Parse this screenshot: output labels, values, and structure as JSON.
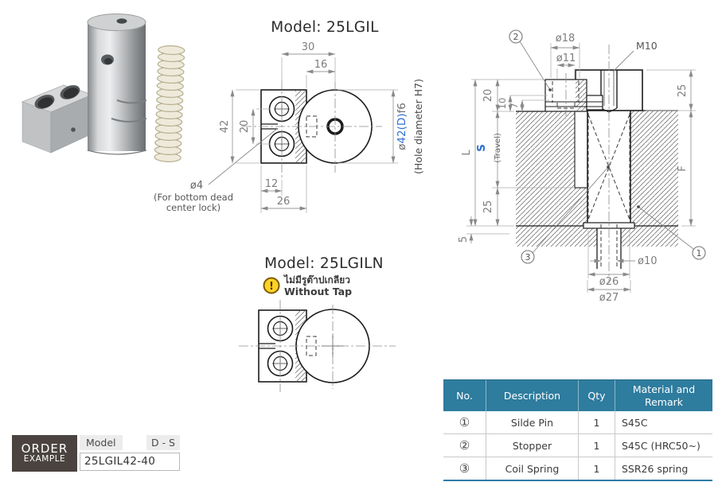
{
  "drawing1": {
    "title": "Model: 25LGIL",
    "dim_30": "30",
    "dim_16": "16",
    "dim_42": "42",
    "dim_20": "20",
    "dim_12": "12",
    "dim_26": "26",
    "phi4_label": "ø4",
    "phi4_note_line1": "(For bottom dead",
    "phi4_note_line2": "center lock)",
    "phi42_prefix": "ø",
    "phi42_value": "42(D)",
    "phi42_suffix": "f6",
    "hole_note": "(Hole diameter H7)"
  },
  "drawing2": {
    "title": "Model: 25LGILN",
    "warning_mark": "!",
    "note_thai": "ไม่มีรูต๊าปเกลียว",
    "note_en": "Without Tap"
  },
  "drawing3": {
    "balloon_1": "1",
    "balloon_2": "2",
    "balloon_3": "3",
    "dim_phi18": "ø18",
    "dim_phi11": "ø11",
    "label_m10": "M10",
    "dim_20": "20",
    "dim_10": "10",
    "dim_7": "7",
    "label_L": "L",
    "label_S": "S",
    "label_travel": "(Travel)",
    "dim_25_left": "25",
    "dim_5": "5",
    "dim_25_right": "25",
    "label_F": "F",
    "dim_phi10": "ø10",
    "dim_phi26": "ø26",
    "dim_phi27": "ø27"
  },
  "table": {
    "headers": {
      "no": "No.",
      "description": "Description",
      "qty": "Qty",
      "material": "Material and Remark"
    },
    "rows": [
      {
        "no": "①",
        "description": "Silde Pin",
        "qty": "1",
        "material": "S45C"
      },
      {
        "no": "②",
        "description": "Stopper",
        "qty": "1",
        "material": "S45C (HRC50~)"
      },
      {
        "no": "③",
        "description": "Coil Spring",
        "qty": "1",
        "material": "SSR26 spring"
      }
    ]
  },
  "order": {
    "badge_line1": "ORDER",
    "badge_line2": "EXAMPLE",
    "model_label": "Model",
    "dims_label": "D - S",
    "example_code": "25LGIL42-40"
  },
  "colors": {
    "accent_blue": "#2f6fd1",
    "table_header_bg": "#2e7c9e"
  }
}
